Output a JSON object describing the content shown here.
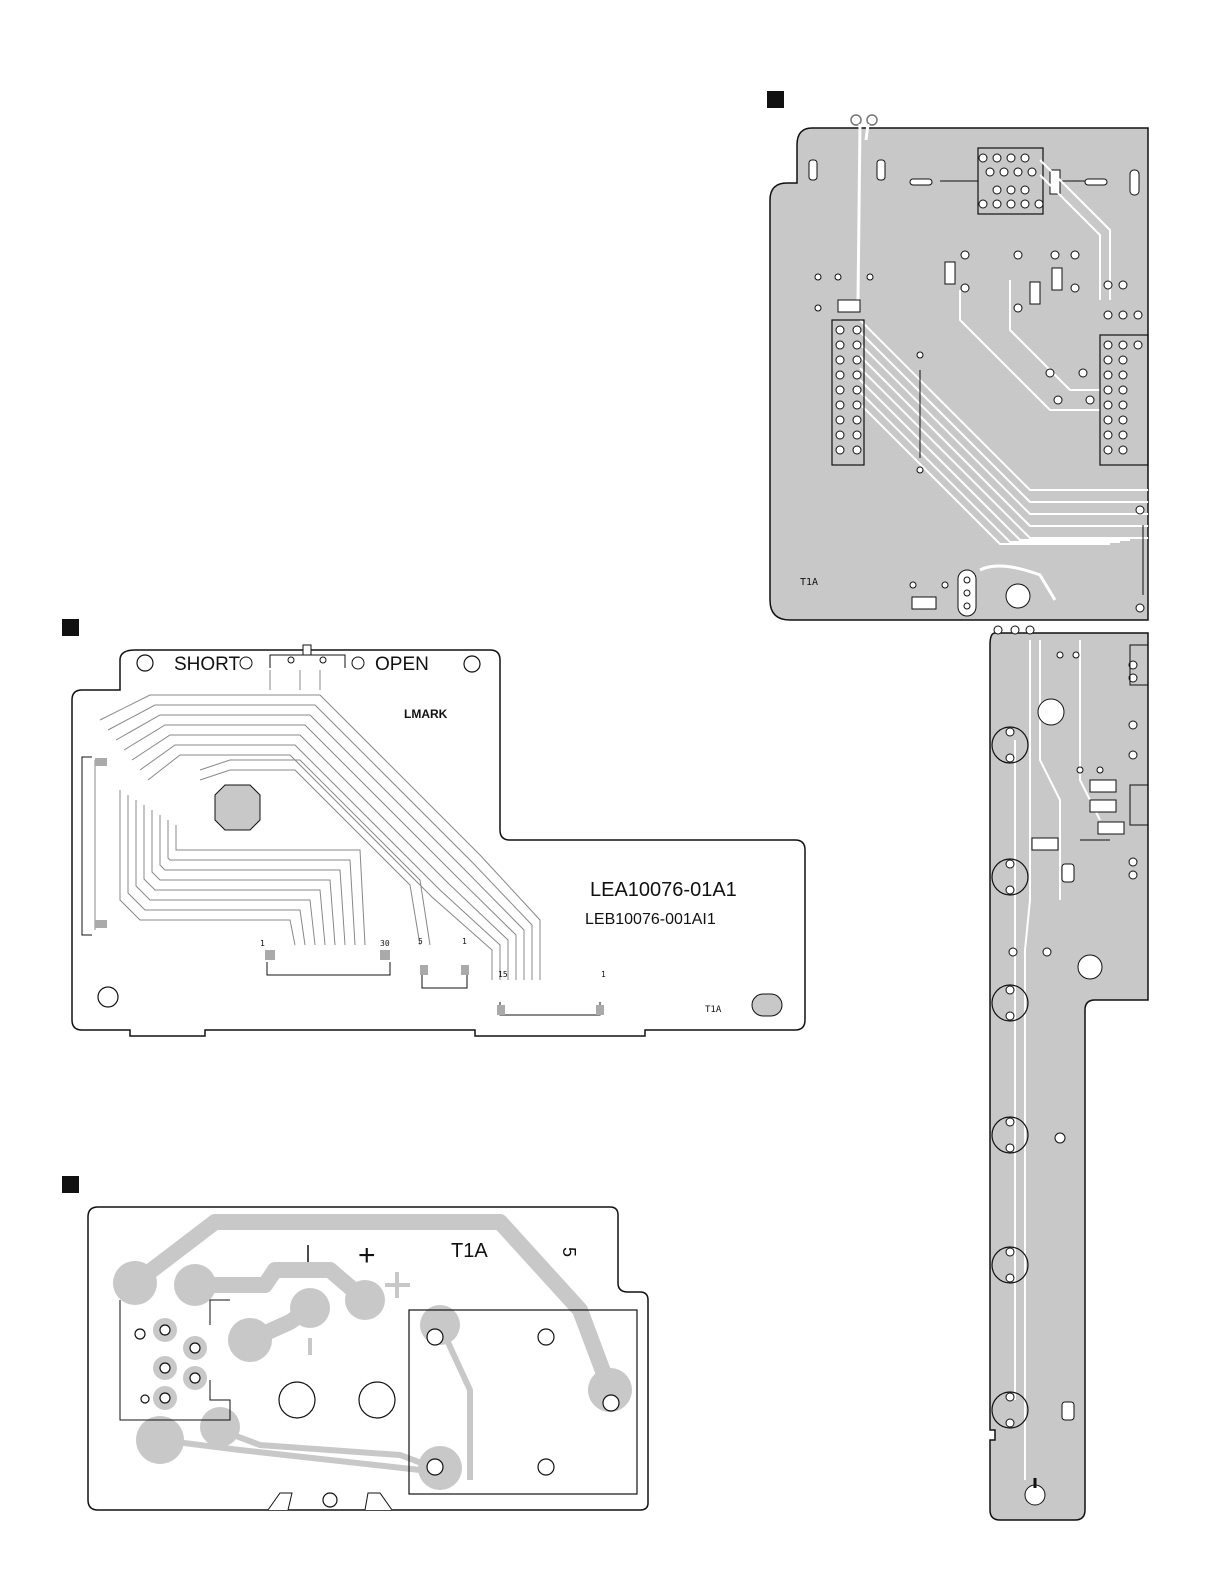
{
  "boards": {
    "top_right": {
      "board_mark": "T1A"
    },
    "middle_left": {
      "switch_label_short": "SHORT",
      "switch_label_open": "OPEN",
      "logo_text": "LMARK",
      "part_number_1": "LEA10076-01A1",
      "part_number_2": "LEB10076-001AI1",
      "board_mark": "T1A",
      "connector_30": {
        "pin_start": "1",
        "pin_end": "30"
      },
      "connector_5": {
        "pin_start": "5",
        "pin_end": "1"
      },
      "connector_15": {
        "pin_start": "15",
        "pin_end": "1"
      }
    },
    "bottom_left": {
      "board_mark": "T1A",
      "side_mark": "5",
      "plus_sign": "+",
      "minus_sign": "–"
    }
  },
  "colors": {
    "copper": "#c8c8c8",
    "outline": "#111111",
    "marker": "#111111"
  }
}
